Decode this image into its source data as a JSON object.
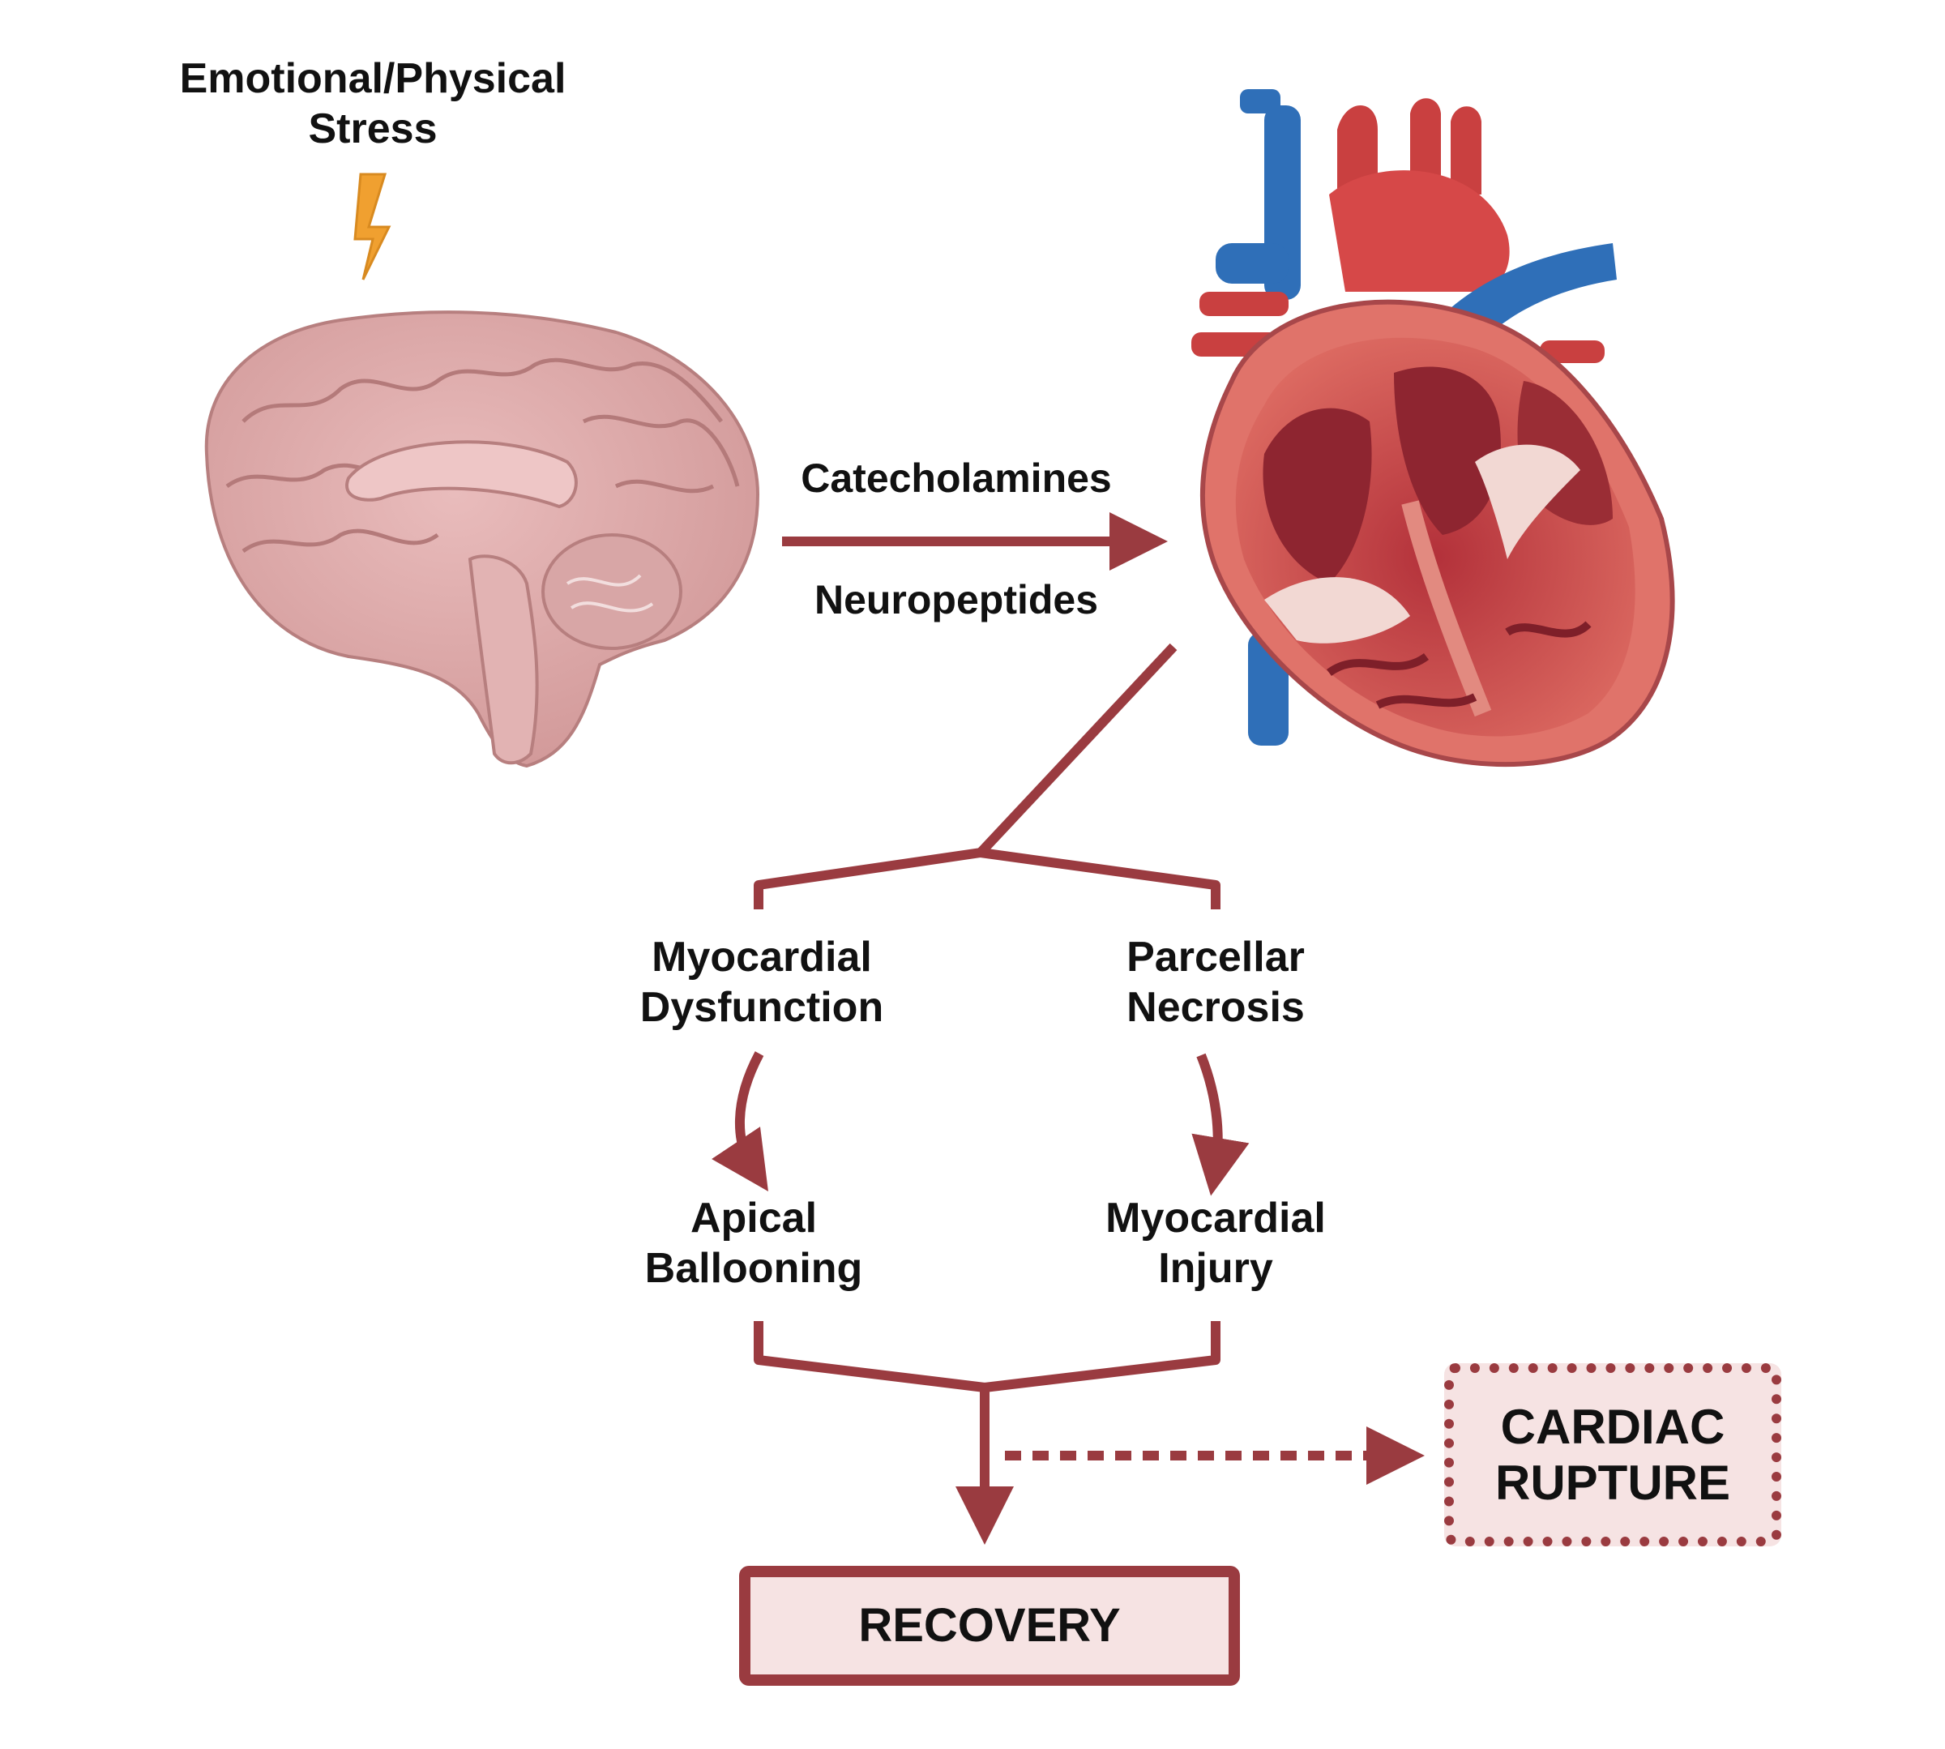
{
  "stress": {
    "line1": "Emotional/Physical",
    "line2": "Stress"
  },
  "mediators": {
    "top": "Catecholamines",
    "bottom": "Neuropeptides"
  },
  "branches": {
    "left_top": {
      "line1": "Myocardial",
      "line2": "Dysfunction"
    },
    "right_top": {
      "line1": "Parcellar",
      "line2": "Necrosis"
    },
    "left_bottom": {
      "line1": "Apical",
      "line2": "Ballooning"
    },
    "right_bottom": {
      "line1": "Myocardial",
      "line2": "Injury"
    }
  },
  "outcomes": {
    "recovery": "RECOVERY",
    "rupture": {
      "line1": "CARDIAC",
      "line2": "RUPTURE"
    }
  },
  "colors": {
    "arrow": "#9a3b40",
    "box_fill": "#f6e3e3",
    "bolt": "#f0a030",
    "brain": "#d9a3a3",
    "heart_red": "#c94040",
    "vessel_blue": "#2f6fb8"
  },
  "icons": [
    "brain-illustration",
    "lightning-bolt-icon",
    "heart-illustration"
  ]
}
